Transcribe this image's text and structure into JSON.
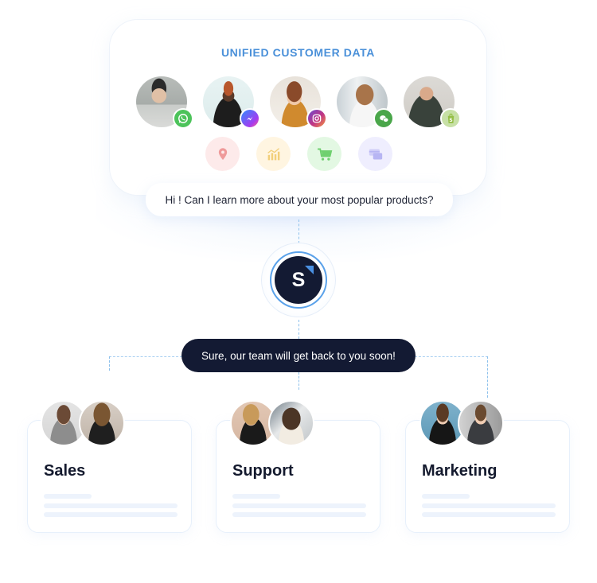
{
  "unified_card": {
    "title": "UNIFIED CUSTOMER DATA",
    "customers": [
      {
        "name": "customer-1",
        "channel": "WhatsApp",
        "channel_icon": "whatsapp-icon",
        "channel_color": "#4cc35a"
      },
      {
        "name": "customer-2",
        "channel": "Messenger",
        "channel_icon": "messenger-icon",
        "channel_color": "#7b4bf0"
      },
      {
        "name": "customer-3",
        "channel": "Instagram",
        "channel_icon": "instagram-icon",
        "channel_color": "#b3418c"
      },
      {
        "name": "customer-4",
        "channel": "WeChat",
        "channel_icon": "wechat-icon",
        "channel_color": "#4aa64a"
      },
      {
        "name": "customer-5",
        "channel": "Shopify",
        "channel_icon": "shopify-icon",
        "channel_color": "#95bf47"
      }
    ],
    "features": [
      {
        "icon": "location-pin-icon",
        "bg": "#fdeaea",
        "fg": "#ef9a9a"
      },
      {
        "icon": "bar-chart-icon",
        "bg": "#fff5e1",
        "fg": "#f2cf7a"
      },
      {
        "icon": "shopping-cart-icon",
        "bg": "#e3f8e3",
        "fg": "#6fd06f"
      },
      {
        "icon": "payment-card-icon",
        "bg": "#efeefe",
        "fg": "#b7b5f3"
      }
    ]
  },
  "user_message": "Hi ! Can I learn more about your most popular products?",
  "logo": {
    "letter": "S",
    "bg": "#131a33",
    "accent": "#4a90e2"
  },
  "bot_reply": "Sure, our team will get back to you soon!",
  "teams": [
    {
      "name": "Sales"
    },
    {
      "name": "Support"
    },
    {
      "name": "Marketing"
    }
  ],
  "colors": {
    "title_blue": "#4a90d9",
    "navy": "#131a33",
    "connector": "#8cc0ec"
  }
}
